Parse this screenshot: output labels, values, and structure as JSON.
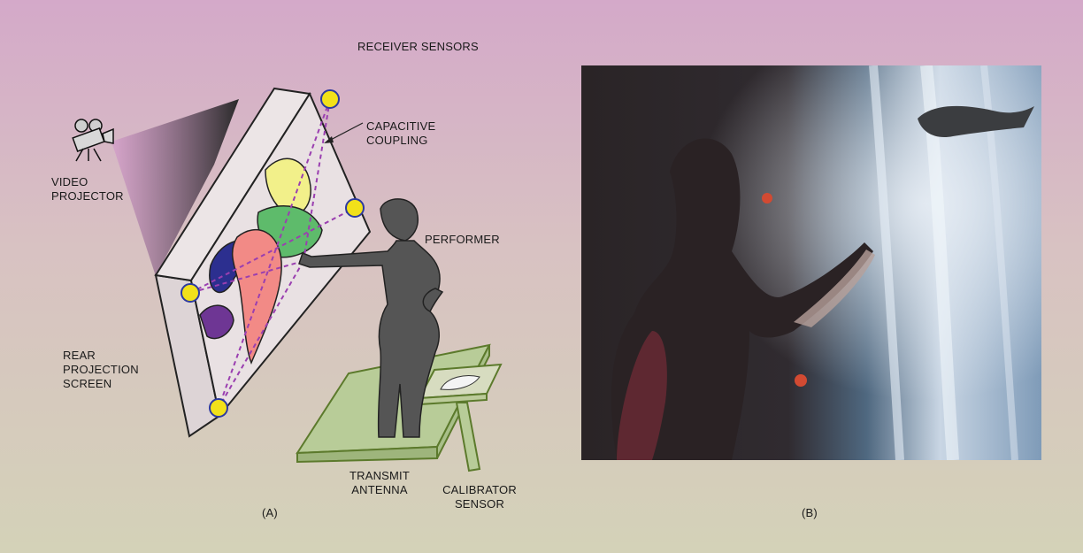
{
  "diagram": {
    "labels": {
      "receiver_sensors": "RECEIVER SENSORS",
      "capacitive_line1": "CAPACITIVE",
      "capacitive_line2": "COUPLING",
      "video_line1": "VIDEO",
      "video_line2": "PROJECTOR",
      "performer": "PERFORMER",
      "rear_line1": "REAR",
      "rear_line2": "PROJECTION",
      "rear_line3": "SCREEN",
      "transmit_line1": "TRANSMIT",
      "transmit_line2": "ANTENNA",
      "calibrator_line1": "CALIBRATOR",
      "calibrator_line2": "SENSOR"
    },
    "panel_a_caption": "(A)",
    "panel_b_caption": "(B)"
  },
  "colors": {
    "sensor_fill": "#f2e11a",
    "sensor_stroke": "#2d3aa0",
    "coupling_line": "#9a3fb0",
    "performer": "#555555",
    "antenna_plate": "#b8cc98",
    "antenna_stroke": "#5c7a2c"
  }
}
